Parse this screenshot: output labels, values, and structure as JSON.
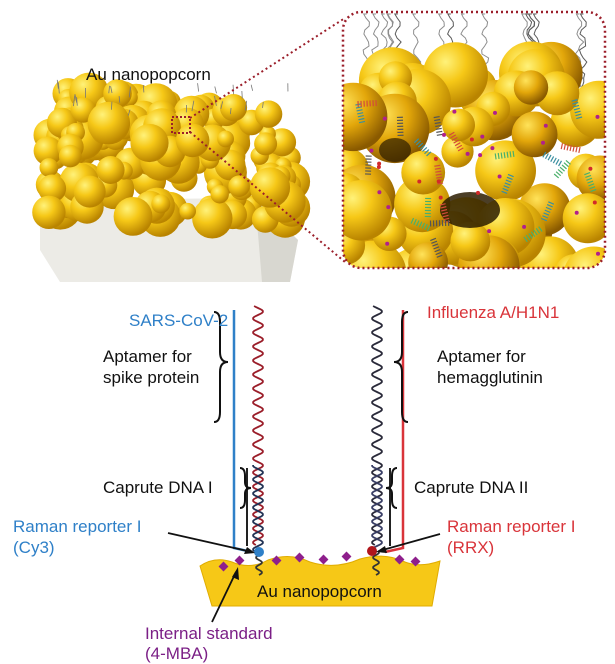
{
  "labels": {
    "top_surface": "Au nanopopcorn",
    "sars": "SARS-CoV-2",
    "influenza": "Influenza A/H1N1",
    "aptamer_left_1": "Aptamer for",
    "aptamer_left_2": "spike protein",
    "aptamer_right_1": "Aptamer for",
    "aptamer_right_2": "hemagglutinin",
    "capture_left": "Caprute DNA I",
    "capture_right": "Caprute DNA II",
    "reporter_left_1": "Raman reporter I",
    "reporter_left_2": "(Cy3)",
    "reporter_right_1": "Raman reporter I",
    "reporter_right_2": "(RRX)",
    "substrate": "Au nanopopcorn",
    "standard_1": "Internal standard",
    "standard_2": "(4-MBA)"
  },
  "colors": {
    "gold": "#f6c817",
    "gold_dark": "#d9a400",
    "blue": "#2f80c8",
    "red": "#d9343a",
    "dark_red": "#9b1e2a",
    "purple": "#8e1f8c",
    "inset_border": "#9b1e2a",
    "base": "#ecebe6"
  }
}
